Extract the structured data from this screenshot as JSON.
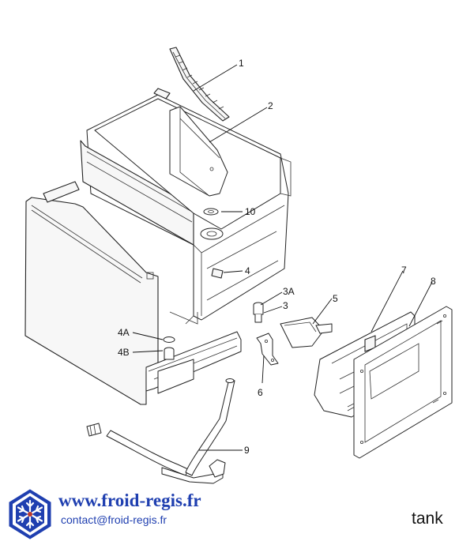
{
  "labels": {
    "l1": "1",
    "l2": "2",
    "l10": "10",
    "l4": "4",
    "l3a": "3A",
    "l3": "3",
    "l5": "5",
    "l4a": "4A",
    "l4b": "4B",
    "l6": "6",
    "l7": "7",
    "l8": "8",
    "l9": "9"
  },
  "footer": {
    "website": "www.froid-regis.fr",
    "email": "contact@froid-regis.fr",
    "caption": "tank"
  },
  "colors": {
    "brand_blue": "#1f3fb0",
    "line": "#222222"
  }
}
